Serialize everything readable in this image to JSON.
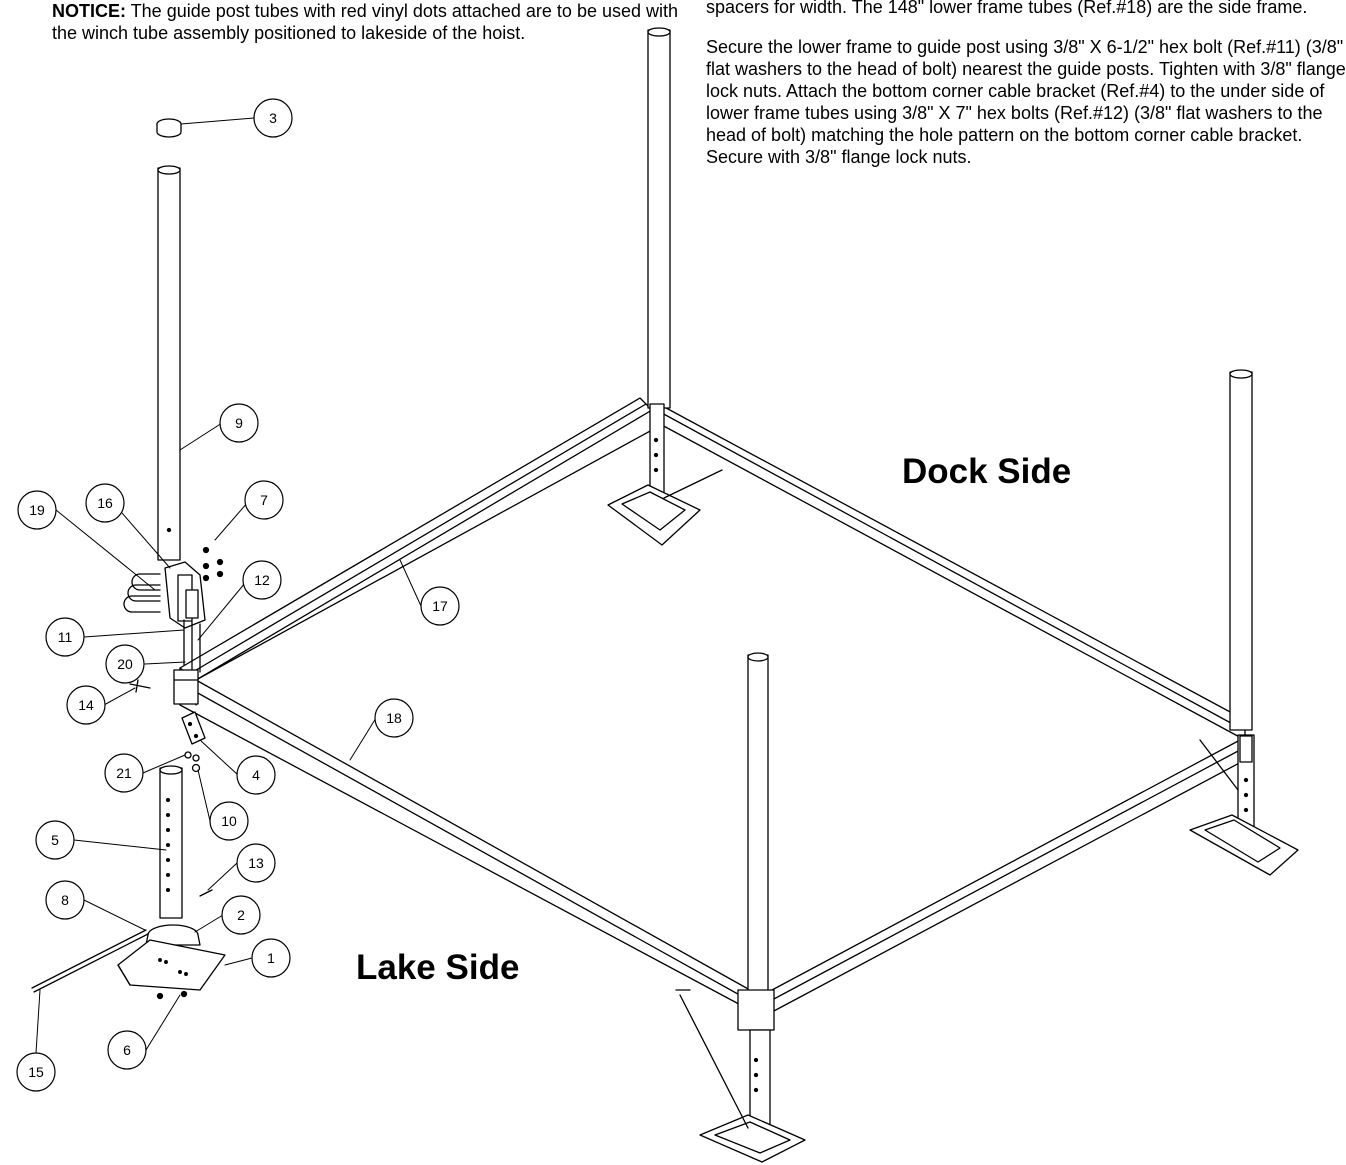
{
  "notice": {
    "label": "NOTICE:",
    "text": " The guide post tubes with red vinyl dots attached are to be used with the winch tube assembly positioned to lakeside of the hoist."
  },
  "instructions": {
    "para1": "spacers for width. The 148\" lower frame tubes (Ref.#18) are the side frame.",
    "para2": "Secure the lower frame to guide post using 3/8\" X 6-1/2\" hex bolt (Ref.#11) (3/8\" flat washers to the head of bolt) nearest the guide posts. Tighten with 3/8\" flange lock nuts. Attach the bottom corner cable bracket (Ref.#4) to the under side of lower frame tubes using 3/8\" X 7\" hex bolts (Ref.#12) (3/8\" flat washers to the head of bolt) matching the hole pattern on the bottom corner cable bracket. Secure with 3/8\" flange lock nuts."
  },
  "labels": {
    "dock_side": "Dock Side",
    "lake_side": "Lake Side"
  },
  "callouts": [
    {
      "id": "c3",
      "num": "3"
    },
    {
      "id": "c9",
      "num": "9"
    },
    {
      "id": "c19",
      "num": "19"
    },
    {
      "id": "c16",
      "num": "16"
    },
    {
      "id": "c7",
      "num": "7"
    },
    {
      "id": "c12",
      "num": "12"
    },
    {
      "id": "c17",
      "num": "17"
    },
    {
      "id": "c11",
      "num": "11"
    },
    {
      "id": "c20",
      "num": "20"
    },
    {
      "id": "c14",
      "num": "14"
    },
    {
      "id": "c18",
      "num": "18"
    },
    {
      "id": "c21",
      "num": "21"
    },
    {
      "id": "c4",
      "num": "4"
    },
    {
      "id": "c10",
      "num": "10"
    },
    {
      "id": "c5",
      "num": "5"
    },
    {
      "id": "c13",
      "num": "13"
    },
    {
      "id": "c8",
      "num": "8"
    },
    {
      "id": "c2",
      "num": "2"
    },
    {
      "id": "c1",
      "num": "1"
    },
    {
      "id": "c15",
      "num": "15"
    },
    {
      "id": "c6",
      "num": "6"
    }
  ]
}
